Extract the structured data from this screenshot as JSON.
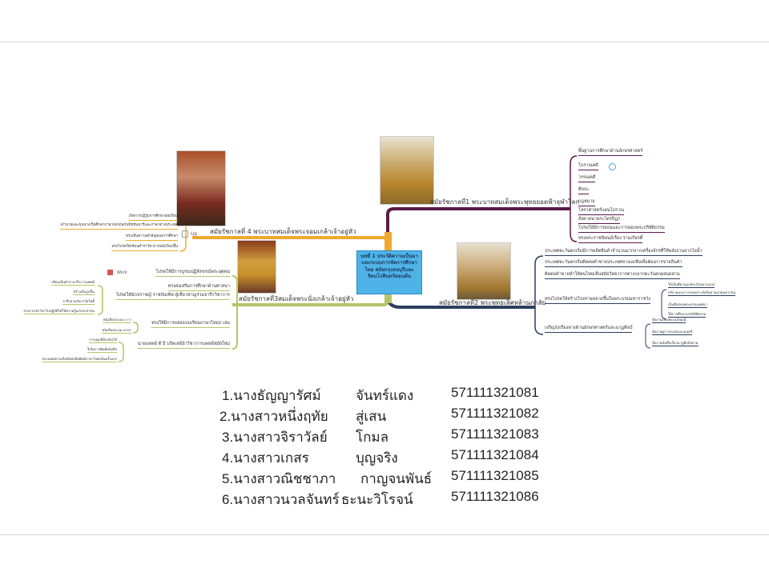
{
  "mindmap": {
    "center": "บทที่ 1 ประวัติความเป็นมาและระบบการจัดการศึกษาไทย สมัยกรุงธนบุรีและรัตนโกสินทร์ตอนต้น",
    "branch1": {
      "title": "สมัยรัชกาลที่1 พระบาทสมเด็จพระพุทธยอดฟ้าจุฬาโลก",
      "items": [
        "พื้นฐานการศึกษาด้านอักษรศาสตร์",
        "โบราณคดี",
        "วรรณคดี",
        "ศิลปะ",
        "กฎหมาย",
        "โหราศาสตร์แผนโบราณ",
        "สังคายนาพระไตรปิฎก",
        "โปรดให้มีการสอนและการสอบพระปริยัติธรรม",
        "ทรงพระราชนิพนธ์เรื่อง รามเกียรติ์"
      ]
    },
    "branch2": {
      "title": "สมัยรัชกาลที่2 พระพุทธเลิศหล้านภาลัย",
      "items": [
        "ประเทศตะวันตกเริ่มมีการผลิตสินค้าจำนวนมากจากเครื่องจักรที่ใช้พลังงานจากไอน้ำ",
        "ประเทศตะวันตกเริ่มติดต่อค้าขายประเทศทางเอเชียเพื่อต้องการขายสินค้า",
        "ติดต่อค้าขายทำให้คนไทยเห็นสมัยวิทยาการต่างๆจากตะวันตกผสมผสาน",
        "ทรงโปรดให้สร้างโรงทานหลวงขึ้นในพระบรมมหาราชวัง",
        "เจริญรุ่งเรืองทางด้านอักษรศาสตร์และนาฏศิลป์"
      ],
      "sub_almshouse": [
        "ให้เป็นที่ทานแก่พระภิกษุสามเณร",
        "บริจาคและการสงเคราะห์เป็นทานแก่คนยากจน",
        "เป็นที่แสดงพระธรรมเทศนา",
        "ให้การศึกษาแก่ปริยัติธรรม"
      ],
      "sub_literature": [
        "จัดงานเรื่องพระอภัยมณี",
        "จัดงานดูการละครและดนตรี",
        "จัดงานบันทึกเรื่องนาฏศิลป์สยาม"
      ]
    },
    "branch4": {
      "title": "สมัยรัชกาลที่ 4 พระบาทสมเด็จพระจอมเกล้าเจ้าอยู่หัว",
      "tag": "Up",
      "items": [
        "เกิดการปฏิรูปการศึกษาสมัยใหม่",
        "เจ้านายและขุนนางเริ่มศึกษาภาษาอังกฤษกับมิชชันนารีและภาษาต่างประเทศ",
        "ทรงเห็นความสำคัญของการศึกษา",
        "ทรงโปรดให้เขียนตำราวิชาการสมัยใหม่ขึ้น"
      ]
    },
    "branch3": {
      "title": "สมัยรัชกาลที่3สมเด็จพระนั่งเกล้าเจ้าอยู่หัว",
      "tag": "Work",
      "items": [
        "โปรดให้มีการบูรณปฏิสังขรณ์พระอุตุพน",
        "ทรงส่งเสริมการศึกษาด้านศาสนา",
        "โปรดให้นักปราชญ์ ราชบัณฑิต ผู้เชี่ยวชาญร่วมจารึกวิชาการ",
        "ทรงให้มีการแต่งแบบเรียนภาษาไทย2 เล่ม",
        "นายแพทย์ ดี บี บรัดเลย์นำวิชาการแพทย์สมัยใหม่"
      ],
      "sub_scholars": [
        "เขียนเป็นตำราจารึกการแพทย์",
        "สร้างเป็นรูปปั้น",
        "จารึกตามวิหารวัดโพธิ์",
        "สามารถนำวิชาไปปฏิบัติได้ให้ความรู้แก่ประชาชน"
      ],
      "sub_textbooks": [
        "หนังสือประถม ก กา",
        "หนังสือประถม มาลา"
      ],
      "sub_doctor": [
        "การปลูกฝีป้องกันไข้",
        "ริเริ่มการพิมพ์หนังสือ",
        "ประเทศสยามเริ่มมีหนังสือพิมพ์ภาษาไทยเป็นครั้งแรก"
      ]
    }
  },
  "members": [
    {
      "first": "1.นางธัญญารัศม์",
      "last": "จันทร์แดง",
      "id": "571111321081"
    },
    {
      "first": "2.นางสาวหนึ่งฤทัย",
      "last": "สู่เสน",
      "id": "571111321082"
    },
    {
      "first": "3.นางสาวจิราวัลย์",
      "last": "โกมล",
      "id": "571111321083"
    },
    {
      "first": "4.นางสาวเกสร",
      "last": "บุญจริง",
      "id": "571111321084"
    },
    {
      "first": "5.นางสาวณิชชาภา",
      "last": "กาญจนพันธ์",
      "id": "571111321085"
    },
    {
      "first": "6.นางสาวนวลจันทร์",
      "last": "ธะนะวิโรจน์",
      "id": "571111321086"
    }
  ],
  "colors": {
    "branch1": "#5a1a4a",
    "branch2": "#2c3e5e",
    "branch3": "#b5c46a",
    "branch4": "#f0a830",
    "center": "#4fb3e8"
  }
}
